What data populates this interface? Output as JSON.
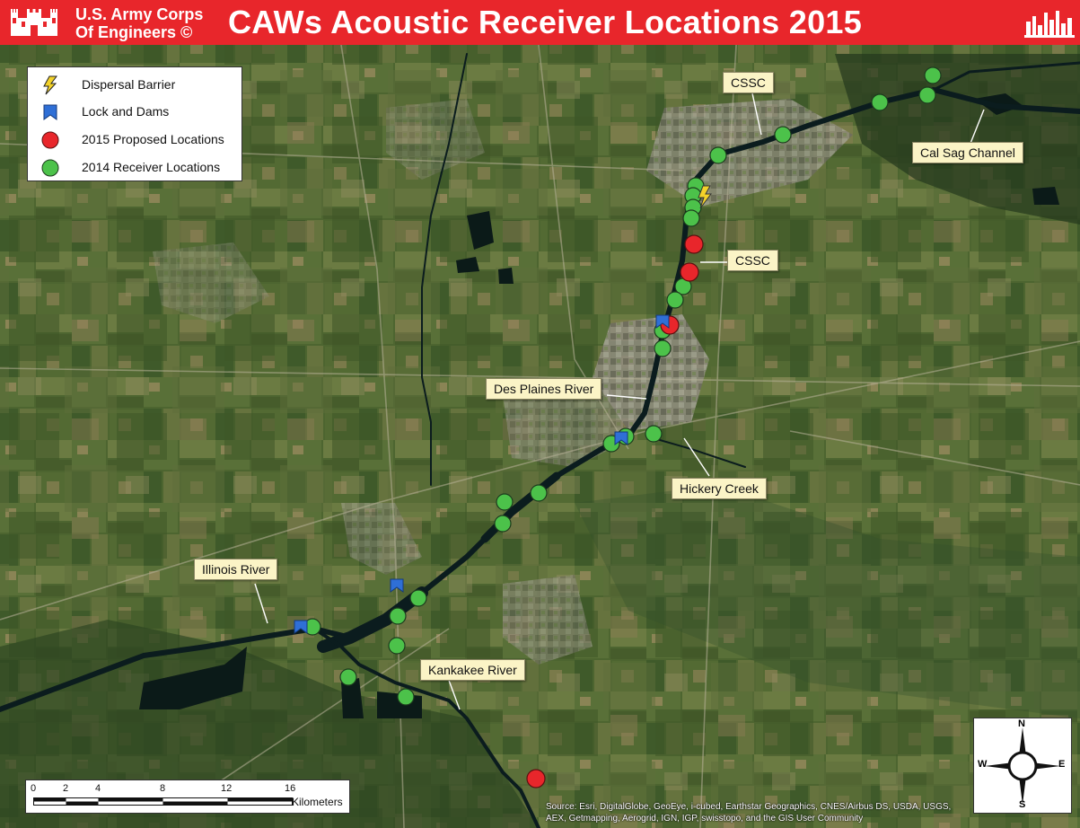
{
  "header": {
    "org_line1": "U.S. Army Corps",
    "org_line2": "Of Engineers ©",
    "title": "CAWs Acoustic Receiver Locations 2015",
    "bg_color": "#e8262b"
  },
  "legend": {
    "items": [
      {
        "icon": "lightning-bolt-icon",
        "label": "Dispersal Barrier",
        "color": "#f3d22a"
      },
      {
        "icon": "lock-dam-icon",
        "label": "Lock and Dams",
        "color": "#2f6fd6"
      },
      {
        "icon": "red-circle-icon",
        "label": "2015 Proposed Locations",
        "color": "#e8262b"
      },
      {
        "icon": "green-circle-icon",
        "label": "2014 Receiver Locations",
        "color": "#4cc24a"
      }
    ]
  },
  "labels": {
    "cssc_top": "CSSC",
    "cal_sag": "Cal Sag Channel",
    "cssc_mid": "CSSC",
    "des_plaines": "Des Plaines River",
    "hickery_creek": "Hickery Creek",
    "illinois_river": "Illinois River",
    "kankakee_river": "Kankakee River"
  },
  "scale_bar": {
    "ticks": [
      "0",
      "2",
      "4",
      "8",
      "12",
      "16"
    ],
    "units": "Kilometers"
  },
  "compass": {
    "n": "N",
    "e": "E",
    "s": "S",
    "w": "W"
  },
  "attribution": {
    "line1": "Source: Esri, DigitalGlobe, GeoEye, i-cubed, Earthstar Geographics, CNES/Airbus DS, USDA, USGS,",
    "line2": "AEX, Getmapping, Aerogrid, IGN, IGP, swisstopo, and the GIS User Community"
  }
}
